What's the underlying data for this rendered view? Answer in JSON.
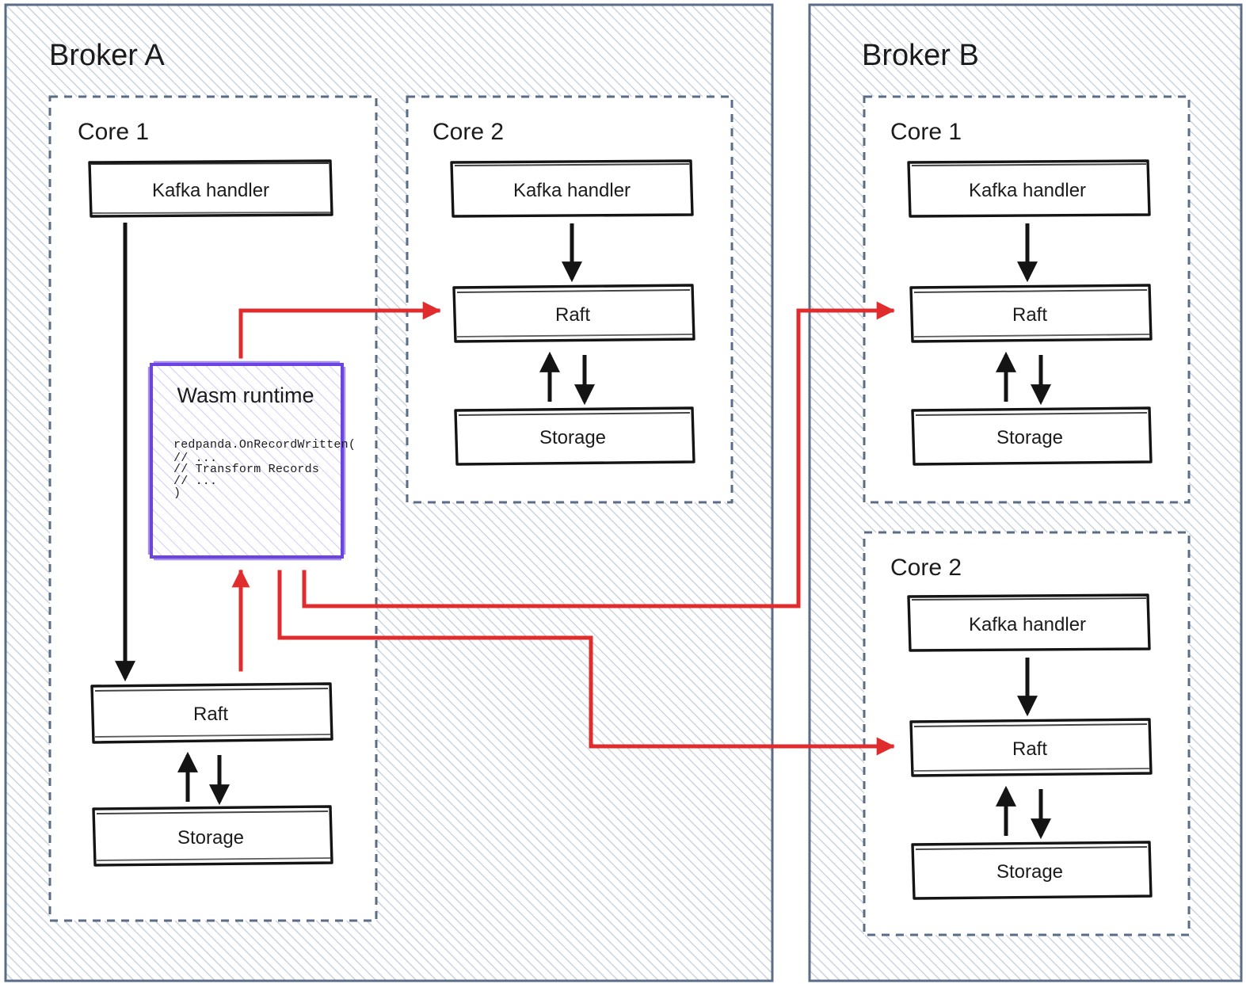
{
  "diagram": {
    "title": "Redpanda Wasm data transform across brokers and cores",
    "colors": {
      "broker_border": "#5b6c87",
      "broker_hatch": "#c4cedb",
      "core_border": "#5b6c87",
      "core_fill": "#ffffff",
      "box_stroke": "#141414",
      "box_fill": "#ffffff",
      "wasm_border": "#6c45e0",
      "wasm_hatch": "#b9a7f2",
      "arrow_black": "#141414",
      "arrow_red": "#e02c2c",
      "text": "#1b1b1b"
    }
  },
  "brokers": [
    {
      "id": "broker-a",
      "label": "Broker A",
      "cores": [
        {
          "id": "broker-a-core-1",
          "label": "Core 1",
          "boxes": [
            {
              "id": "ba-c1-kafka",
              "label": "Kafka handler"
            },
            {
              "id": "ba-c1-wasm",
              "label": "Wasm runtime",
              "kind": "wasm",
              "code": [
                "redpanda.OnRecordWritten(",
                "//  ...",
                "// Transform Records",
                "//  ...",
                ")"
              ]
            },
            {
              "id": "ba-c1-raft",
              "label": "Raft"
            },
            {
              "id": "ba-c1-storage",
              "label": "Storage"
            }
          ]
        },
        {
          "id": "broker-a-core-2",
          "label": "Core 2",
          "boxes": [
            {
              "id": "ba-c2-kafka",
              "label": "Kafka handler"
            },
            {
              "id": "ba-c2-raft",
              "label": "Raft"
            },
            {
              "id": "ba-c2-storage",
              "label": "Storage"
            }
          ]
        }
      ]
    },
    {
      "id": "broker-b",
      "label": "Broker B",
      "cores": [
        {
          "id": "broker-b-core-1",
          "label": "Core 1",
          "boxes": [
            {
              "id": "bb-c1-kafka",
              "label": "Kafka handler"
            },
            {
              "id": "bb-c1-raft",
              "label": "Raft"
            },
            {
              "id": "bb-c1-storage",
              "label": "Storage"
            }
          ]
        },
        {
          "id": "broker-b-core-2",
          "label": "Core 2",
          "boxes": [
            {
              "id": "bb-c2-kafka",
              "label": "Kafka handler"
            },
            {
              "id": "bb-c2-raft",
              "label": "Raft"
            },
            {
              "id": "bb-c2-storage",
              "label": "Storage"
            }
          ]
        }
      ]
    }
  ],
  "labels": {
    "kafka_handler": "Kafka handler",
    "raft": "Raft",
    "storage": "Storage",
    "wasm_runtime": "Wasm runtime",
    "core_1": "Core 1",
    "core_2": "Core 2",
    "broker_a": "Broker A",
    "broker_b": "Broker B"
  },
  "code": {
    "line1": "redpanda.OnRecordWritten(",
    "line2": "//  ...",
    "line3": "// Transform Records",
    "line4": "//  ...",
    "line5": ")"
  }
}
